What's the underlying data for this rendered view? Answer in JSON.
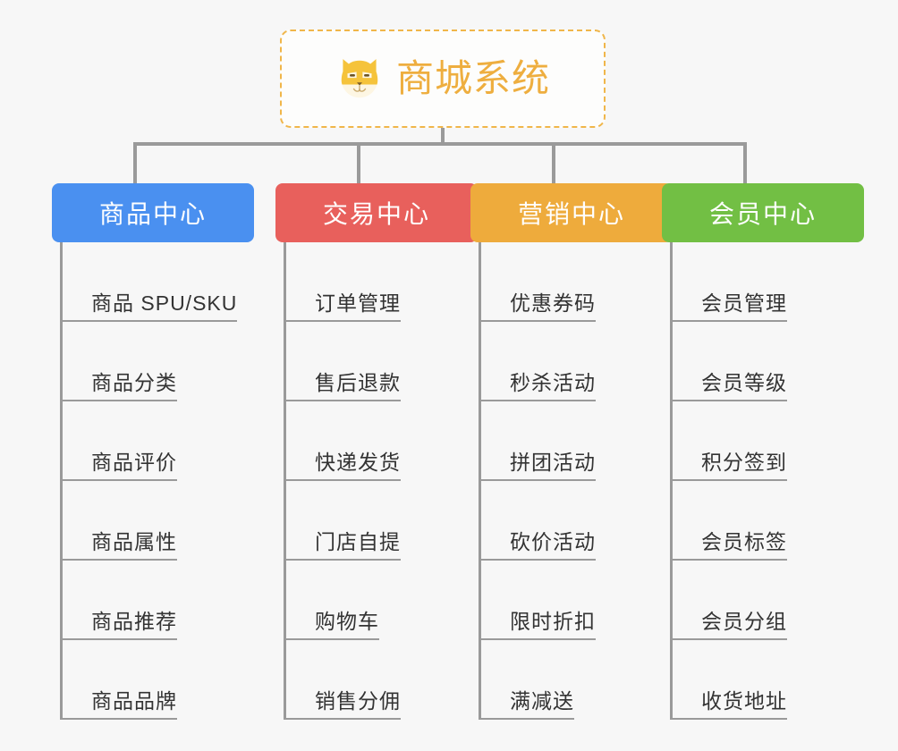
{
  "page": {
    "background_color": "#f7f7f7",
    "text_color": "#333333",
    "connector_color": "#9a9a9a"
  },
  "root": {
    "title": "商城系统",
    "icon": "shiba-dog-face-icon",
    "border_color": "#f0b64a",
    "text_color": "#eeae3f",
    "background_color": "#fdfdfc"
  },
  "columns": [
    {
      "id": "product-center",
      "label": "商品中心",
      "color": "#4a90f0",
      "items": [
        {
          "label": "商品 SPU/SKU"
        },
        {
          "label": "商品分类"
        },
        {
          "label": "商品评价"
        },
        {
          "label": "商品属性"
        },
        {
          "label": "商品推荐"
        },
        {
          "label": "商品品牌"
        }
      ]
    },
    {
      "id": "trade-center",
      "label": "交易中心",
      "color": "#e8605c",
      "items": [
        {
          "label": "订单管理"
        },
        {
          "label": "售后退款"
        },
        {
          "label": "快递发货"
        },
        {
          "label": "门店自提"
        },
        {
          "label": "购物车"
        },
        {
          "label": "销售分佣"
        }
      ]
    },
    {
      "id": "marketing-center",
      "label": "营销中心",
      "color": "#eeab3c",
      "items": [
        {
          "label": "优惠券码"
        },
        {
          "label": "秒杀活动"
        },
        {
          "label": "拼团活动"
        },
        {
          "label": "砍价活动"
        },
        {
          "label": "限时折扣"
        },
        {
          "label": "满减送"
        }
      ]
    },
    {
      "id": "member-center",
      "label": "会员中心",
      "color": "#72bf44",
      "items": [
        {
          "label": "会员管理"
        },
        {
          "label": "会员等级"
        },
        {
          "label": "积分签到"
        },
        {
          "label": "会员标签"
        },
        {
          "label": "会员分组"
        },
        {
          "label": "收货地址"
        }
      ]
    }
  ]
}
